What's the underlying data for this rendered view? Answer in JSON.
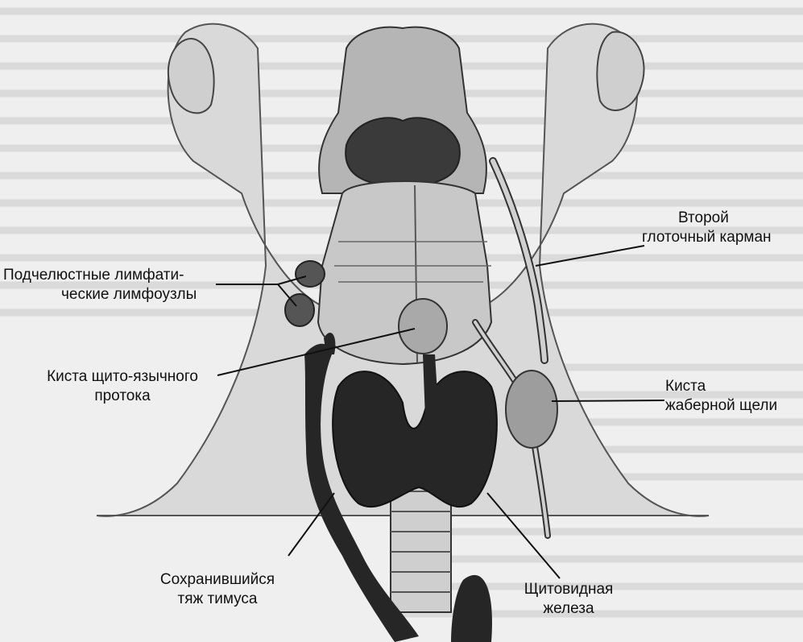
{
  "labels": {
    "submandibular": {
      "line1": "Подчелюстные лимфати-",
      "line2": "ческие лимфоузлы"
    },
    "thyroglossal_cyst": {
      "line1": "Киста щито-язычного",
      "line2": "протока"
    },
    "thymus_cord": {
      "line1": "Сохранившийся",
      "line2": "тяж тимуса"
    },
    "pharyngeal_pouch": {
      "line1": "Второй",
      "line2": "глоточный карман"
    },
    "branchial_cyst": {
      "line1": "Киста",
      "line2": "жаберной щели"
    },
    "thyroid": {
      "line1": "Щитовидная",
      "line2": "железа"
    }
  },
  "colors": {
    "background": "#efefef",
    "skin": "#d7d7d7",
    "organ_dark": "#262626",
    "organ_mid": "#8f8f8f",
    "outline": "#2a2a2a"
  }
}
